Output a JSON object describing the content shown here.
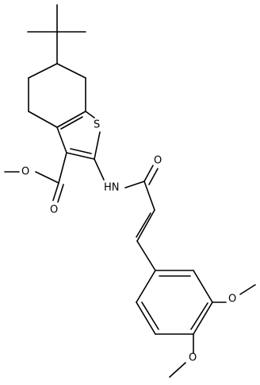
{
  "molecule": {
    "atom_labels": {
      "sulfur": "S",
      "amide_nh": "HN",
      "amide_oxygen": "O",
      "ester_carbonyl_oxygen": "O",
      "ester_methoxy_oxygen": "O",
      "aryl_methoxy_oxygen_1": "O",
      "aryl_methoxy_oxygen_2": "O"
    },
    "colors": {
      "bond": "#000000",
      "label": "#000000",
      "background": "#ffffff"
    }
  }
}
